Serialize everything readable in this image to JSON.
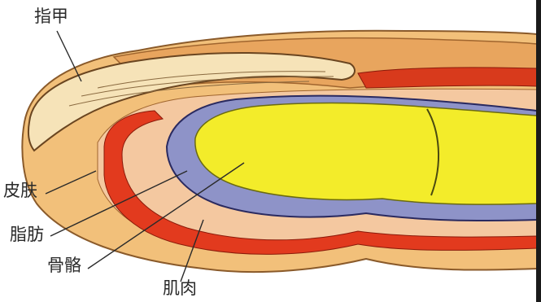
{
  "diagram": {
    "labels": {
      "nail": "指甲",
      "skin": "皮肤",
      "fat": "脂肪",
      "bone": "骨骼",
      "muscle": "肌肉"
    },
    "colors": {
      "skin_outer": "#f2c07a",
      "skin_tan": "#e8a55e",
      "muscle_red": "#e23a1e",
      "tissue_pink": "#f4c8a0",
      "bone_yellow": "#f3ec2a",
      "marrow_blue": "#8e93c8",
      "nail_cream": "#f6e3b8"
    }
  }
}
